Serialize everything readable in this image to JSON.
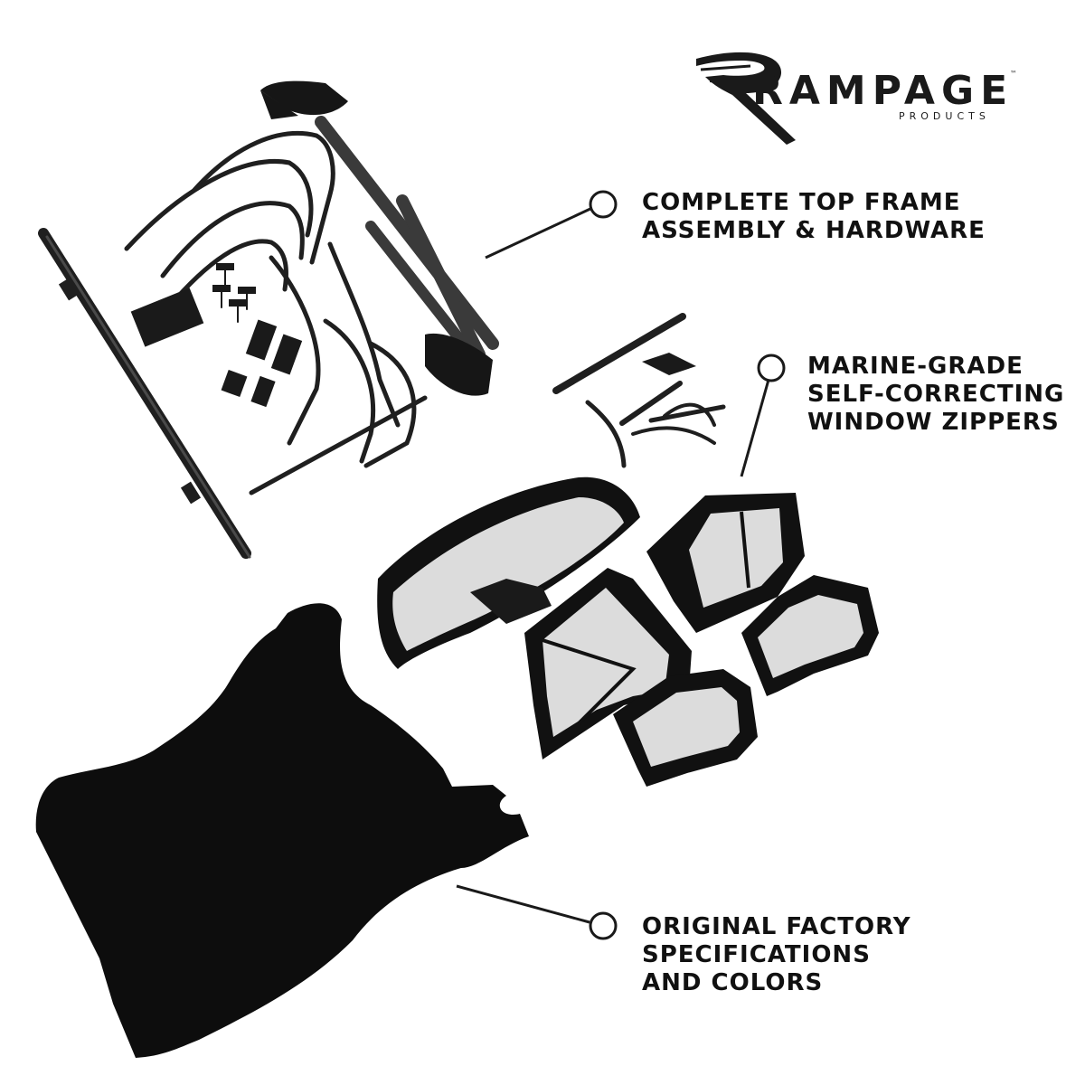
{
  "brand": {
    "name": "RAMPAGE",
    "tm": "™",
    "sub": "PRODUCTS"
  },
  "callouts": [
    {
      "lines": [
        "COMPLETE TOP FRAME",
        "ASSEMBLY & HARDWARE"
      ]
    },
    {
      "lines": [
        "MARINE-GRADE",
        "SELF-CORRECTING",
        "WINDOW ZIPPERS"
      ]
    },
    {
      "lines": [
        "ORIGINAL FACTORY",
        "SPECIFICATIONS",
        "AND COLORS"
      ]
    }
  ],
  "colors": {
    "background": "#ffffff",
    "fabric": "#0d0d0d",
    "frame": "#1f1f1f",
    "window": "#d9d9d9",
    "text": "#111111"
  },
  "icons": [
    "rampage-logo-mark",
    "callout-ring-icon"
  ]
}
